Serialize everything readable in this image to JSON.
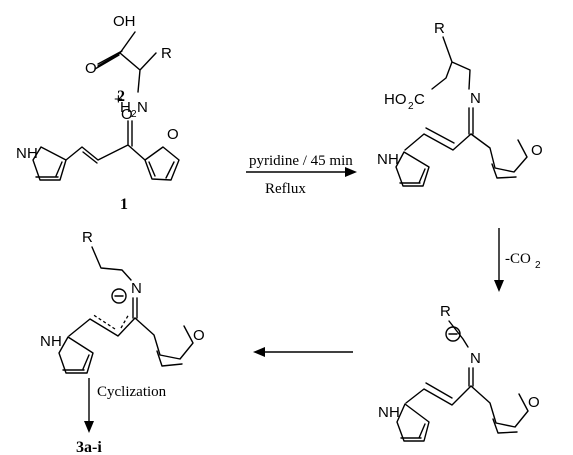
{
  "compounds": {
    "c1": {
      "number": "1"
    },
    "c2": {
      "number": "2"
    },
    "product": "3a-i"
  },
  "atom_labels": {
    "OH": "OH",
    "O": "O",
    "R": "R",
    "H2N_H": "H",
    "H2N_2": "2",
    "H2N_N": "N",
    "N": "N",
    "NH_N": "N",
    "NH_H": "H",
    "HO2C_HO": "HO",
    "HO2C_2": "2",
    "HO2C_C": "C",
    "plus": "+"
  },
  "conditions": {
    "step1_above": "pyridine / 45 min",
    "step1_below": "Reflux",
    "step2_CO": "-CO",
    "step2_sub": "2",
    "step4": "Cyclization"
  }
}
